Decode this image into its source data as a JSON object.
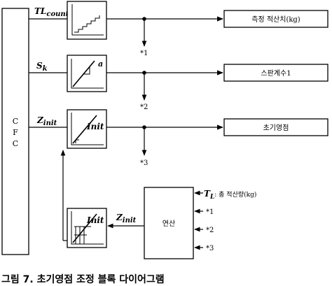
{
  "cfc_letters": [
    "C",
    "F",
    "C"
  ],
  "rows": [
    {
      "input_main": "TL",
      "input_sub": "count",
      "block_label": "",
      "output": "측정 적산치(kg)",
      "tap": "*1"
    },
    {
      "input_main": "S",
      "input_sub": "k",
      "block_label": "a",
      "output": "스판계수1",
      "tap": "*2"
    },
    {
      "input_main": "Z",
      "input_sub": "init",
      "block_label": "Init",
      "output": "초기영점",
      "tap": "*3"
    }
  ],
  "feedback": {
    "block_label": "Init",
    "signal_main": "Z",
    "signal_sub": "init"
  },
  "calc": {
    "label": "연산",
    "inputs": [
      {
        "main": "T",
        "sub": "L",
        "desc": ": 총 적산량(kg)"
      },
      {
        "main": "*1",
        "sub": "",
        "desc": ""
      },
      {
        "main": "*2",
        "sub": "",
        "desc": ""
      },
      {
        "main": "*3",
        "sub": "",
        "desc": ""
      }
    ]
  },
  "caption": "그림 7. 초기영점 조정 블록 다이어그램"
}
